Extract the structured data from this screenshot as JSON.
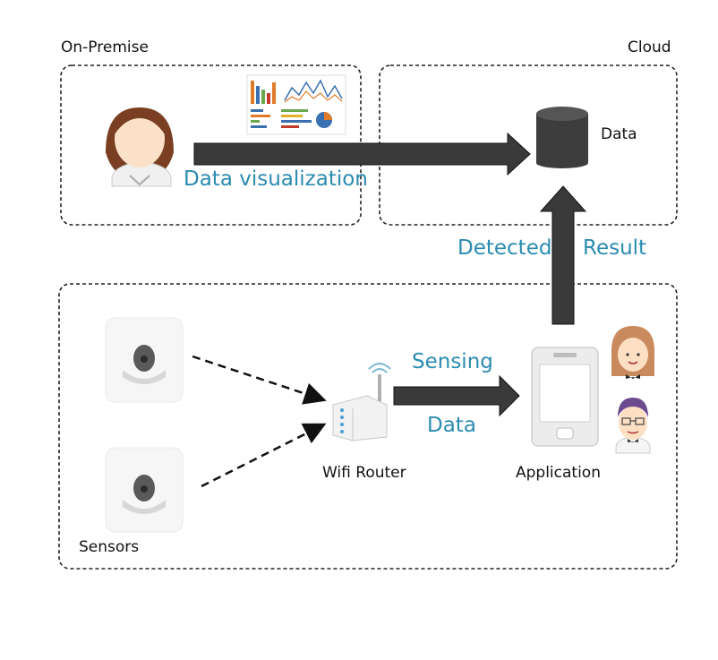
{
  "regions": {
    "on_premise": "On-Premise",
    "cloud": "Cloud"
  },
  "nodes": {
    "data_store": "Data",
    "wifi_router": "Wifi Router",
    "application": "Application",
    "sensors": "Sensors"
  },
  "edges": {
    "data_visualization": "Data visualization",
    "detected": "Detected",
    "result": "Result",
    "sensing": "Sensing",
    "data": "Data"
  },
  "colors": {
    "arrow_fill": "#3a3a3a",
    "edge_label": "#2b8cb0",
    "region_border": "#222222",
    "sensor_lens": "#555555"
  }
}
